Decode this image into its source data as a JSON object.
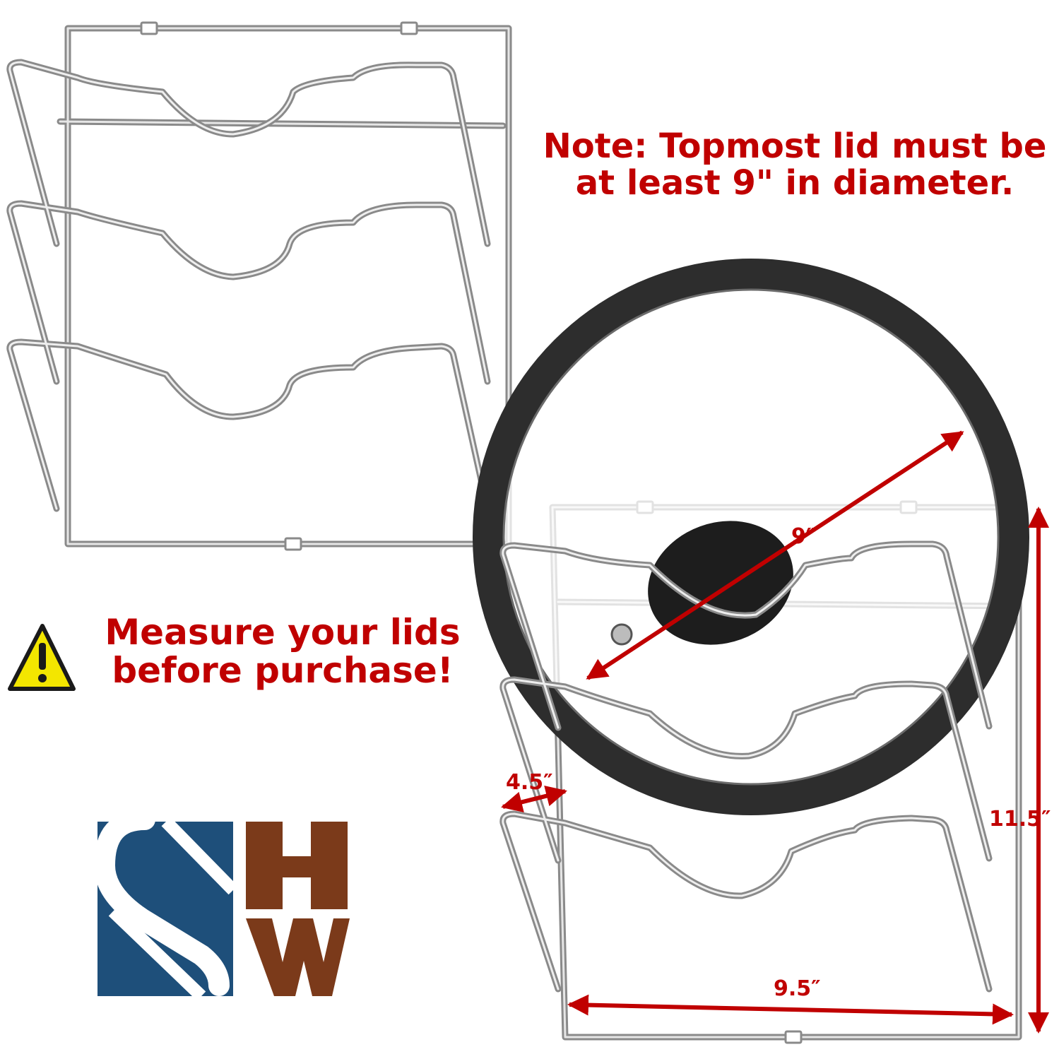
{
  "notes": {
    "topmost_lid": "Note: Topmost lid must be\nat least 9\" in diameter.",
    "measure": "Measure your lids\nbefore purchase!"
  },
  "dimensions": {
    "lid_diameter": "9″",
    "depth": "4.5″",
    "height": "11.5″",
    "width": "9.5″"
  },
  "logo": {
    "letters": [
      "S",
      "H",
      "W"
    ],
    "colors": {
      "s_blue": "#1e4f7a",
      "hw_brown": "#7b3a1a"
    }
  },
  "colors": {
    "annotation_red": "#c00000",
    "wire_silver": "#9a9a9a",
    "lid_rim": "#333333",
    "warning_yellow": "#f3e600"
  },
  "icons": [
    "warning-triangle-icon"
  ]
}
